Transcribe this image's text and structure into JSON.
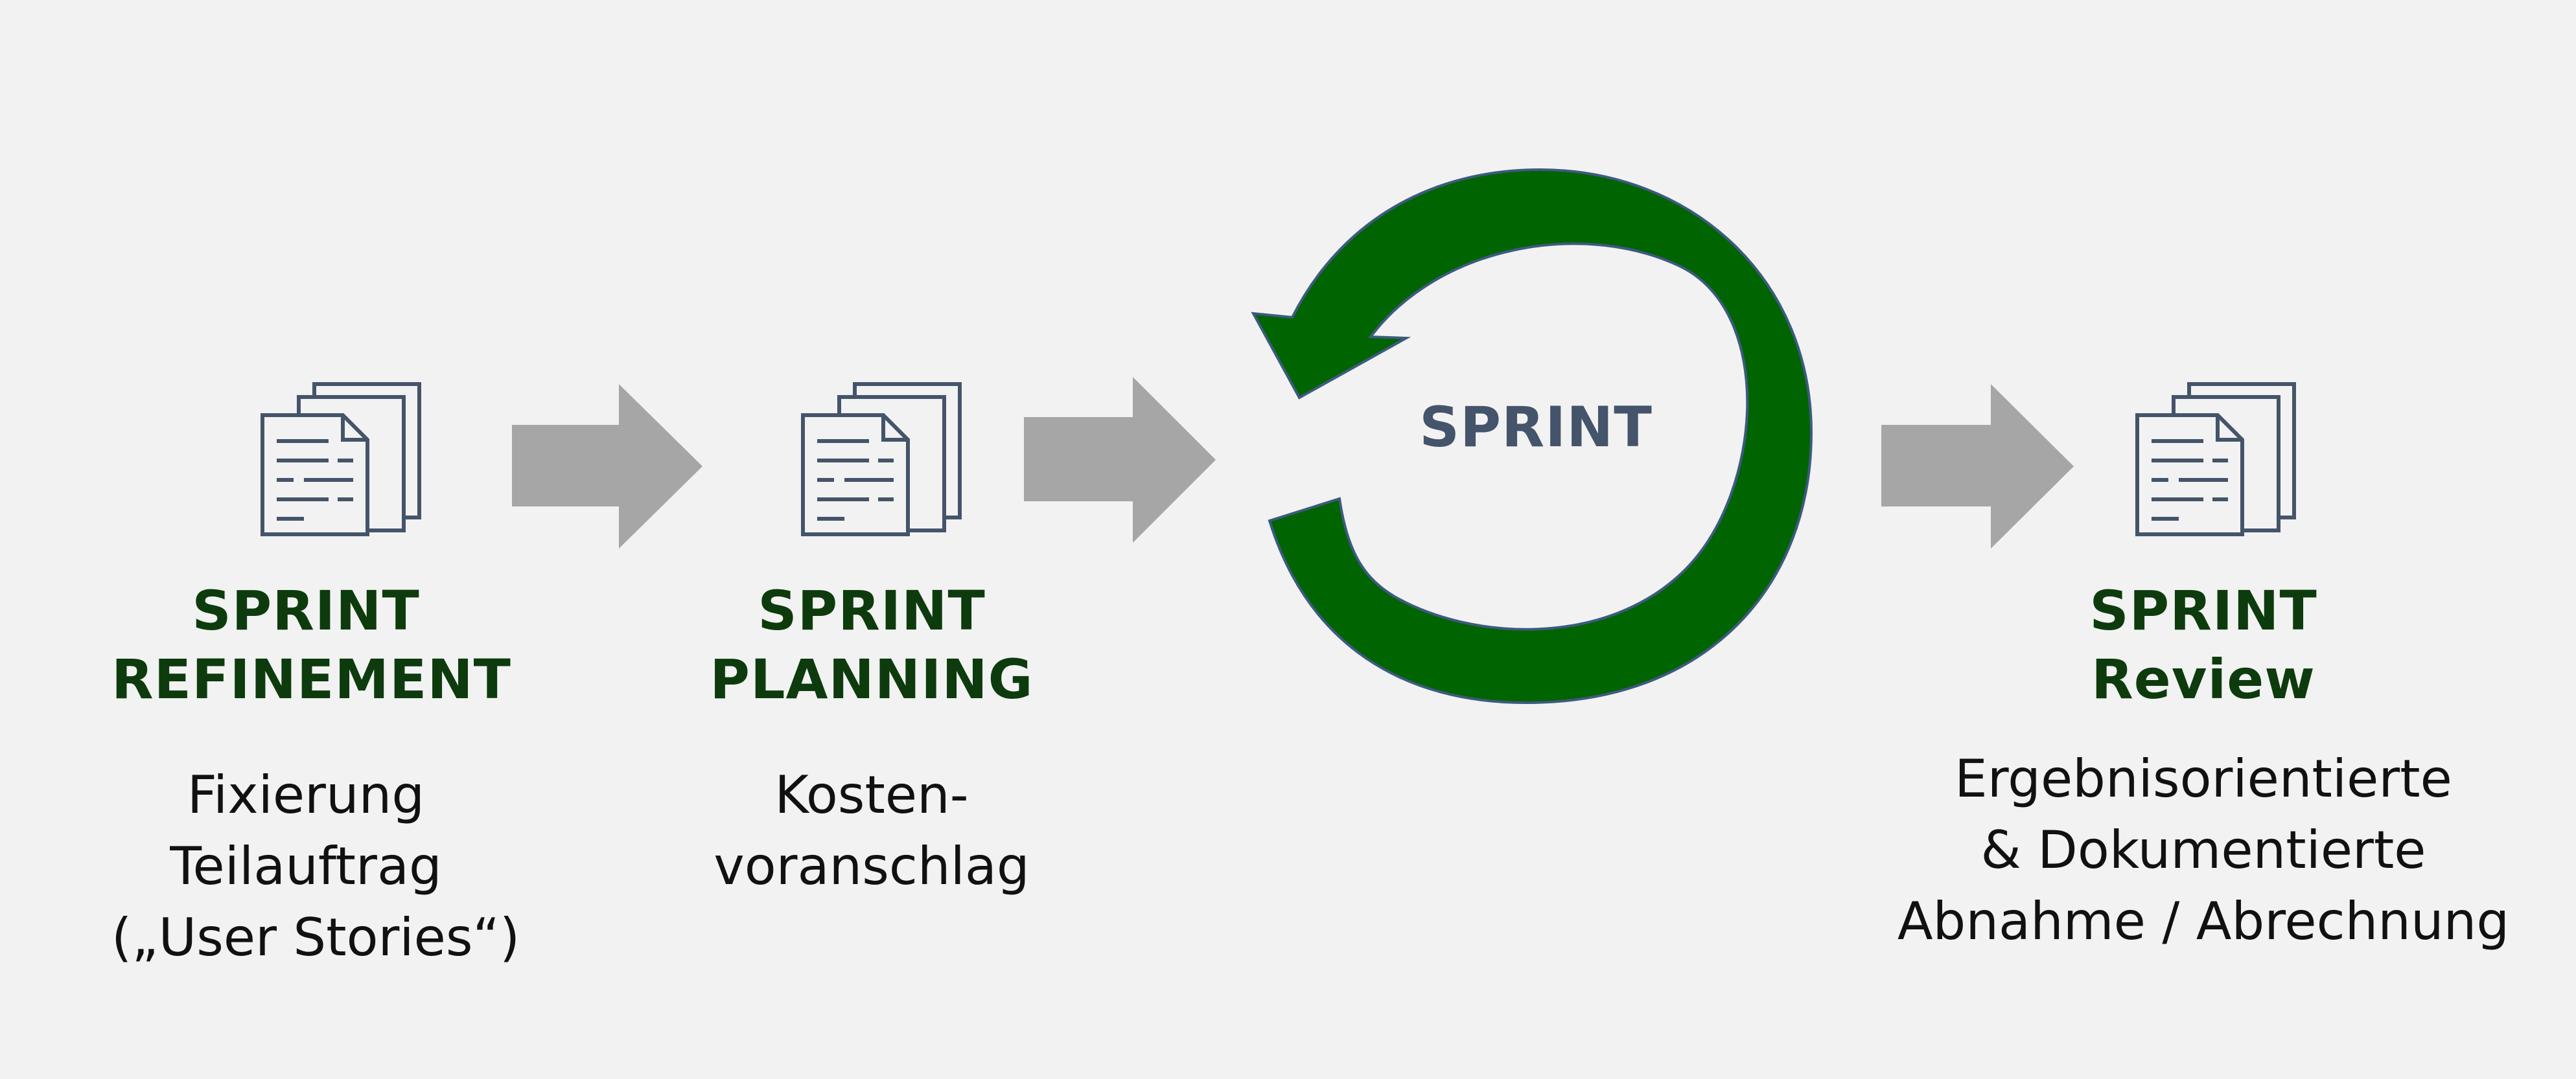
{
  "colors": {
    "background": "#f2f2f2",
    "step_title": "#0d3b0d",
    "description_text": "#111111",
    "arrow": "#a6a6a6",
    "cycle_arrow": "#006400",
    "cycle_outline": "#3d5a80",
    "icon_stroke": "#44546a",
    "center_label": "#44546a"
  },
  "steps": [
    {
      "title_lines": [
        "SPRINT",
        "REFINEMENT"
      ],
      "description_lines": [
        "Fixierung",
        "Teilauftrag",
        "(„User Stories“)"
      ],
      "icon": "documents-icon"
    },
    {
      "title_lines": [
        "SPRINT",
        "PLANNING"
      ],
      "description_lines": [
        "Kosten-",
        "voranschlag"
      ],
      "icon": "documents-icon"
    },
    {
      "title_lines": [
        "SPRINT",
        "Review"
      ],
      "description_lines": [
        "Ergebnisorientierte",
        "& Dokumentierte",
        "Abnahme / Abrechnung"
      ],
      "icon": "documents-icon"
    }
  ],
  "cycle": {
    "label": "SPRINT",
    "icon": "cycle-arrow-icon"
  }
}
